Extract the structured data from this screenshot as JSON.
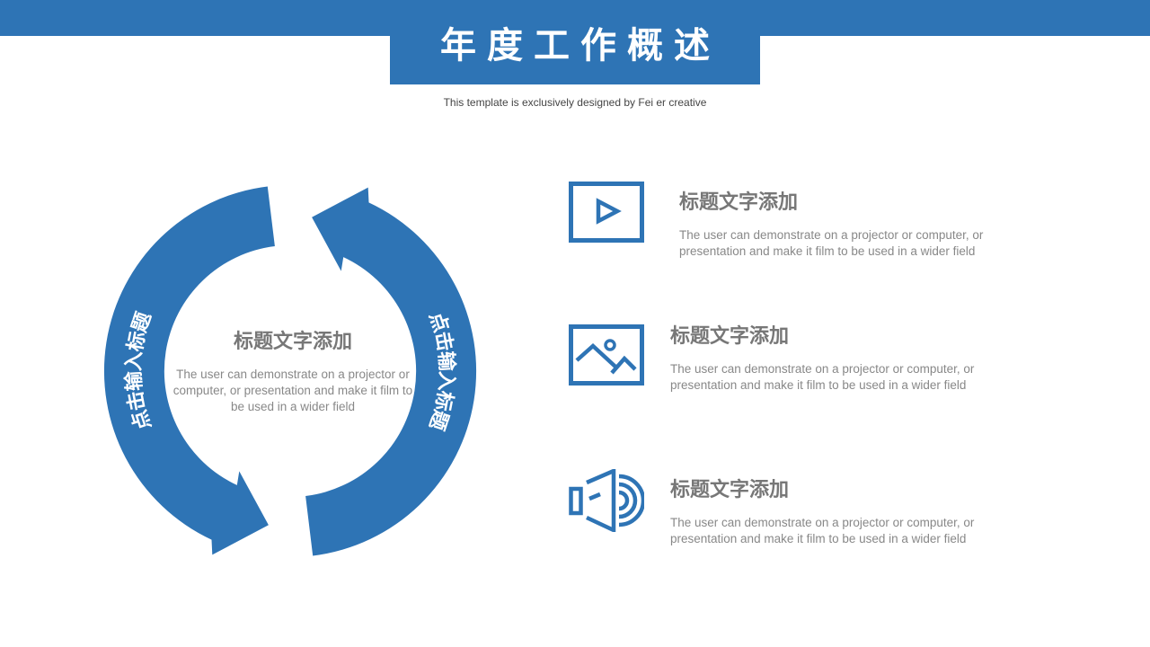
{
  "header": {
    "title": "年度工作概述",
    "subtitle": "This template is exclusively designed by Fei er creative"
  },
  "colors": {
    "accent": "#2E74B5",
    "heading": "#777777",
    "body": "#888888"
  },
  "cycle": {
    "left_label": "点击输入标题",
    "right_label": "点击输入标题",
    "center_title": "标题文字添加",
    "center_body": "The user can demonstrate  on a projector or computer, or presentation  and make it film to be used in a wider field"
  },
  "items": [
    {
      "icon": "video-play-icon",
      "title": "标题文字添加",
      "body": "The user can demonstrate  on a projector or computer, or presentation  and make it film to be used in a wider field"
    },
    {
      "icon": "image-icon",
      "title": "标题文字添加",
      "body": "The user can demonstrate  on a projector or computer, or presentation  and make it film to be used in a wider field"
    },
    {
      "icon": "speaker-icon",
      "title": "标题文字添加",
      "body": "The user can demonstrate  on a projector or computer, or presentation  and make it film to be used in a wider field"
    }
  ]
}
